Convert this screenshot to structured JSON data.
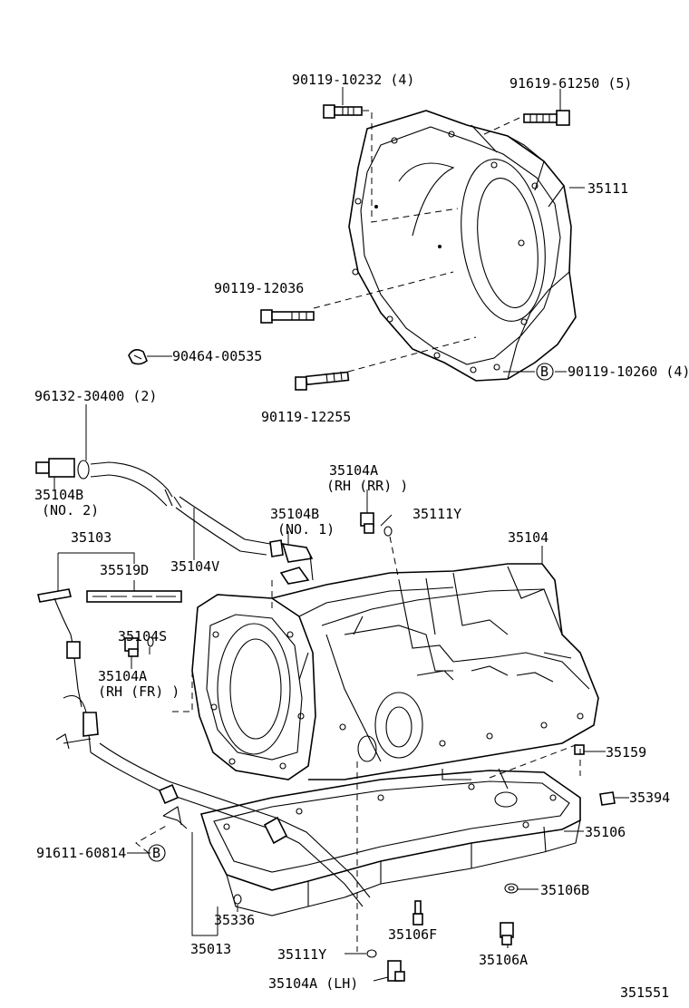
{
  "labels": {
    "p90119_10232": "90119-10232 (4)",
    "p91619_61250": "91619-61250 (5)",
    "p35111": "35111",
    "p90119_12036": "90119-12036",
    "p90464_00535": "90464-00535",
    "p90119_10260": "90119-10260 (4)",
    "p90119_12255": "90119-12255",
    "p96132_30400": "96132-30400 (2)",
    "p35104A_rr": "35104A",
    "rh_rr": "(RH (RR) )",
    "p35104B_no2": "35104B",
    "no2": "(NO. 2)",
    "p35111Y_top": "35111Y",
    "p35103": "35103",
    "p35104B_no1": "35104B",
    "no1": "(NO. 1)",
    "p35104": "35104",
    "p35519D": "35519D",
    "p35104V": "35104V",
    "p35104S": "35104S",
    "p35104A_fr": "35104A",
    "rh_fr": "(RH (FR) )",
    "p35159": "35159",
    "p35394": "35394",
    "p35106": "35106",
    "p91611_60814": "91611-60814",
    "p35106B": "35106B",
    "p35336": "35336",
    "p35106F": "35106F",
    "p35013": "35013",
    "p35111Y_bot": "35111Y",
    "p35106A": "35106A",
    "p35104A_lh": "35104A (LH)",
    "diagram_id": "351551",
    "ref_b": "B"
  }
}
